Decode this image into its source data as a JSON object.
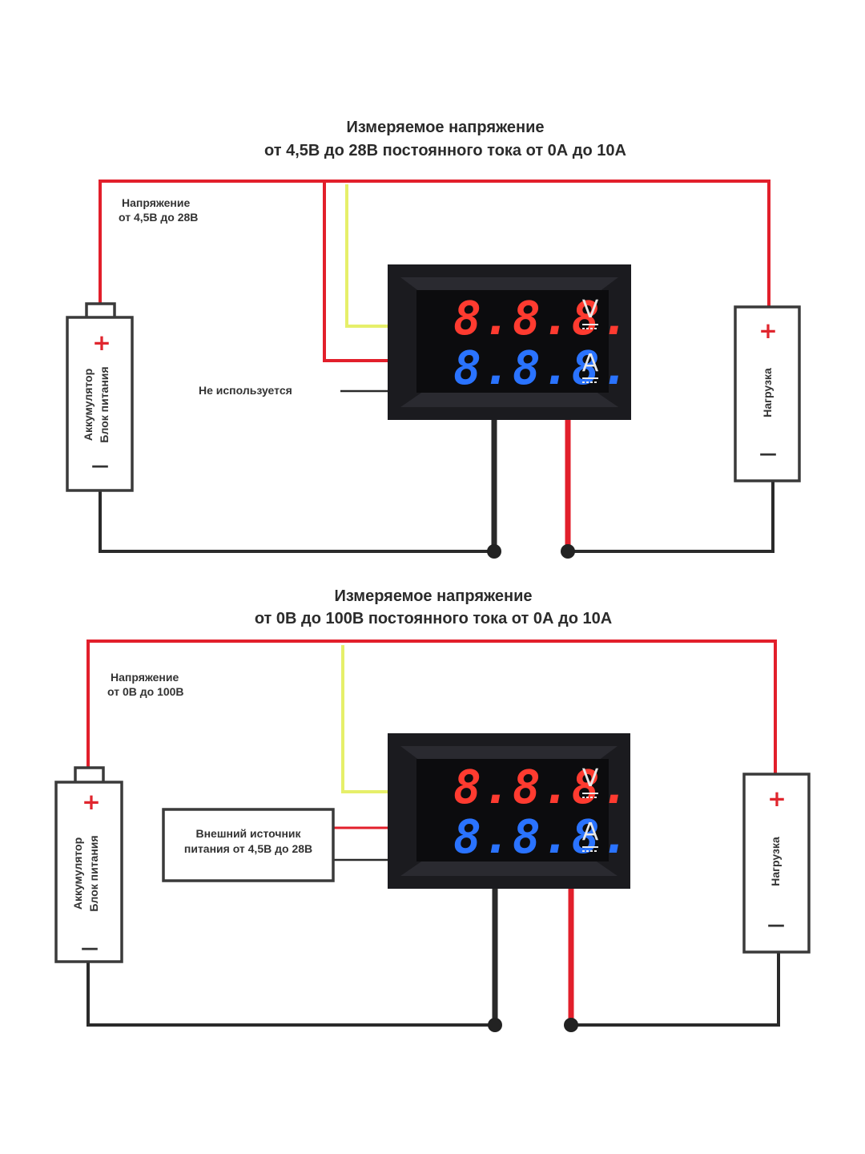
{
  "diagram_top": {
    "title_line1": "Измеряемое напряжение",
    "title_line2": "от 4,5В до 28В постоянного тока от 0А до 10А",
    "voltage_label_line1": "Напряжение",
    "voltage_label_line2": "от 4,5В до 28В",
    "unused_label": "Не используется",
    "battery_line1": "Аккумулятор",
    "battery_line2": "Блок питания",
    "load_label": "Нагрузка",
    "plus": "+",
    "minus": "—",
    "display_top": "8.8.8.",
    "display_bottom": "8.8.8.",
    "unit_volt": "V",
    "unit_amp": "A"
  },
  "diagram_bottom": {
    "title_line1": "Измеряемое напряжение",
    "title_line2": "от 0В до 100В постоянного тока от 0А до 10А",
    "voltage_label_line1": "Напряжение",
    "voltage_label_line2": "от 0В до 100В",
    "ext_source_line1": "Внешний источник",
    "ext_source_line2": "питания от 4,5В до 28В",
    "battery_line1": "Аккумулятор",
    "battery_line2": "Блок питания",
    "load_label": "Нагрузка",
    "plus": "+",
    "minus": "—",
    "display_top": "8.8.8.",
    "display_bottom": "8.8.8.",
    "unit_volt": "V",
    "unit_amp": "A"
  },
  "colors": {
    "wire_red": "#e21f2b",
    "wire_black": "#2a2a2a",
    "wire_yellow": "#e6ef6a",
    "display_red": "#ff3b30",
    "display_blue": "#2a73ff",
    "plus_sign": "#e0262e"
  }
}
